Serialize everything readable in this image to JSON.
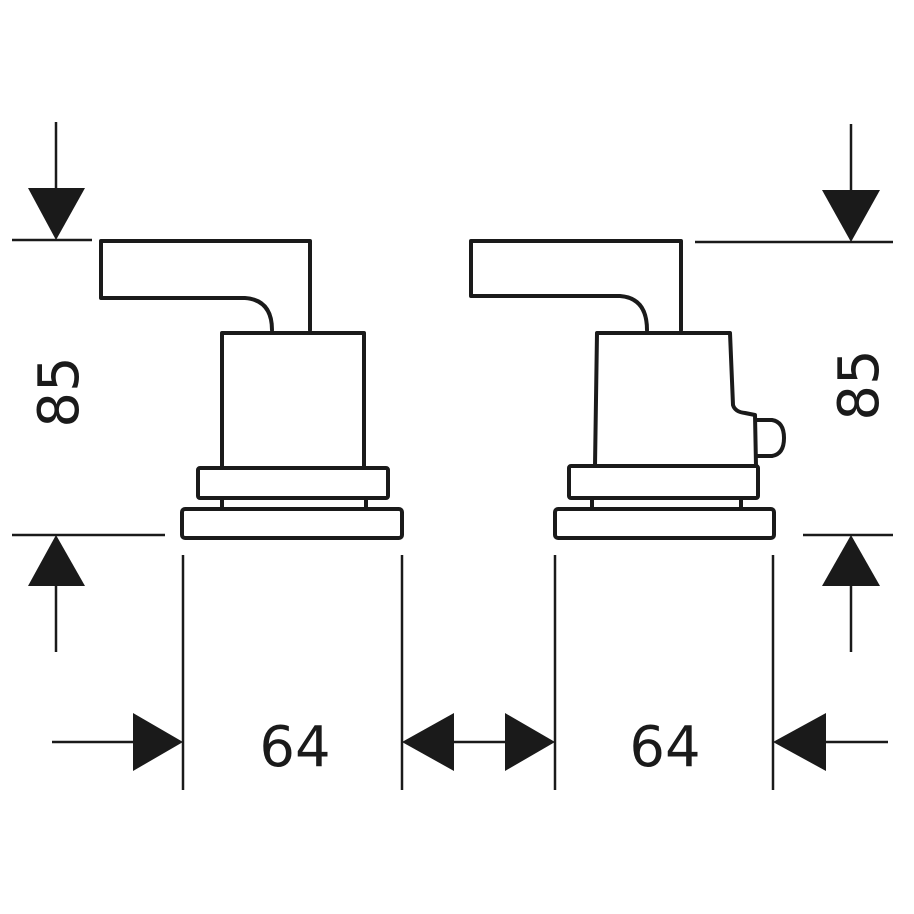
{
  "dimensions": {
    "height_left": "85",
    "height_right": "85",
    "width_left": "64",
    "width_right": "64"
  },
  "colors": {
    "line": "#1a1a1a",
    "background": "#ffffff"
  }
}
